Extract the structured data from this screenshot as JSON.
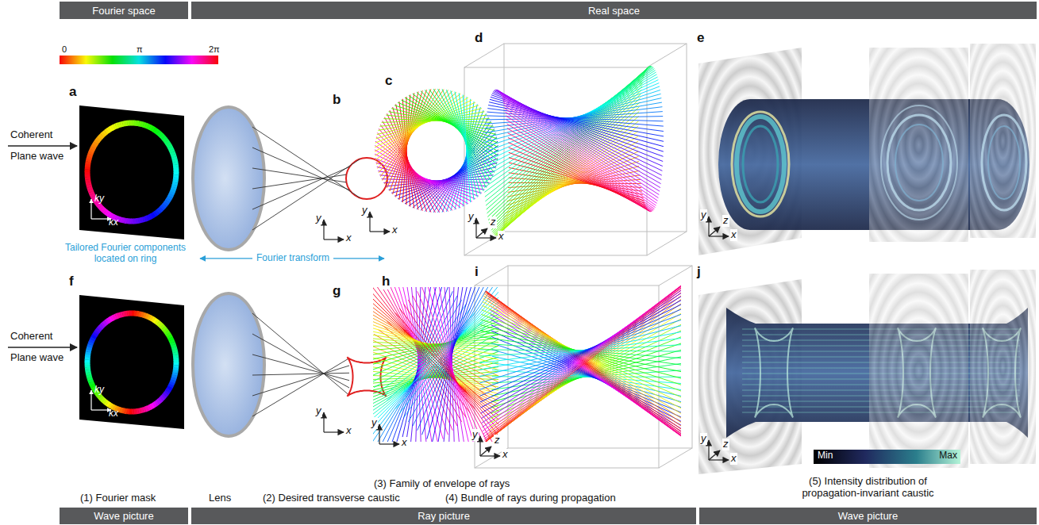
{
  "diagram": {
    "nodes": [
      {
        "text": [
          "Fourier space"
        ]
      },
      {
        "text": [
          "Real space"
        ]
      },
      {
        "text": [
          "Wave picture"
        ]
      },
      {
        "text": [
          "Ray picture"
        ]
      },
      {
        "text": [
          "Wave picture"
        ]
      }
    ],
    "labels": [
      "0",
      "π",
      "2π",
      "a",
      "Coherent",
      "Plane wave",
      "ky",
      "kx",
      "Tailored Fourier components located on ring",
      "Fourier transform",
      "b",
      "y",
      "x",
      "c",
      "y",
      "x",
      "d",
      "y",
      "z",
      "x",
      "e",
      "y",
      "z",
      "x",
      "f",
      "Coherent",
      "Plane wave",
      "ky",
      "kx",
      "g",
      "y",
      "x",
      "h",
      "y",
      "x",
      "i",
      "y",
      "z",
      "x",
      "j",
      "y",
      "z",
      "x",
      "Min",
      "Max",
      "(1) Fourier mask",
      "Lens",
      "(2) Desired transverse caustic",
      "(3) Family of envelope of rays",
      "(4) Bundle of rays during propagation",
      "(5) Intensity distribution of propagation-invariant caustic"
    ]
  }
}
